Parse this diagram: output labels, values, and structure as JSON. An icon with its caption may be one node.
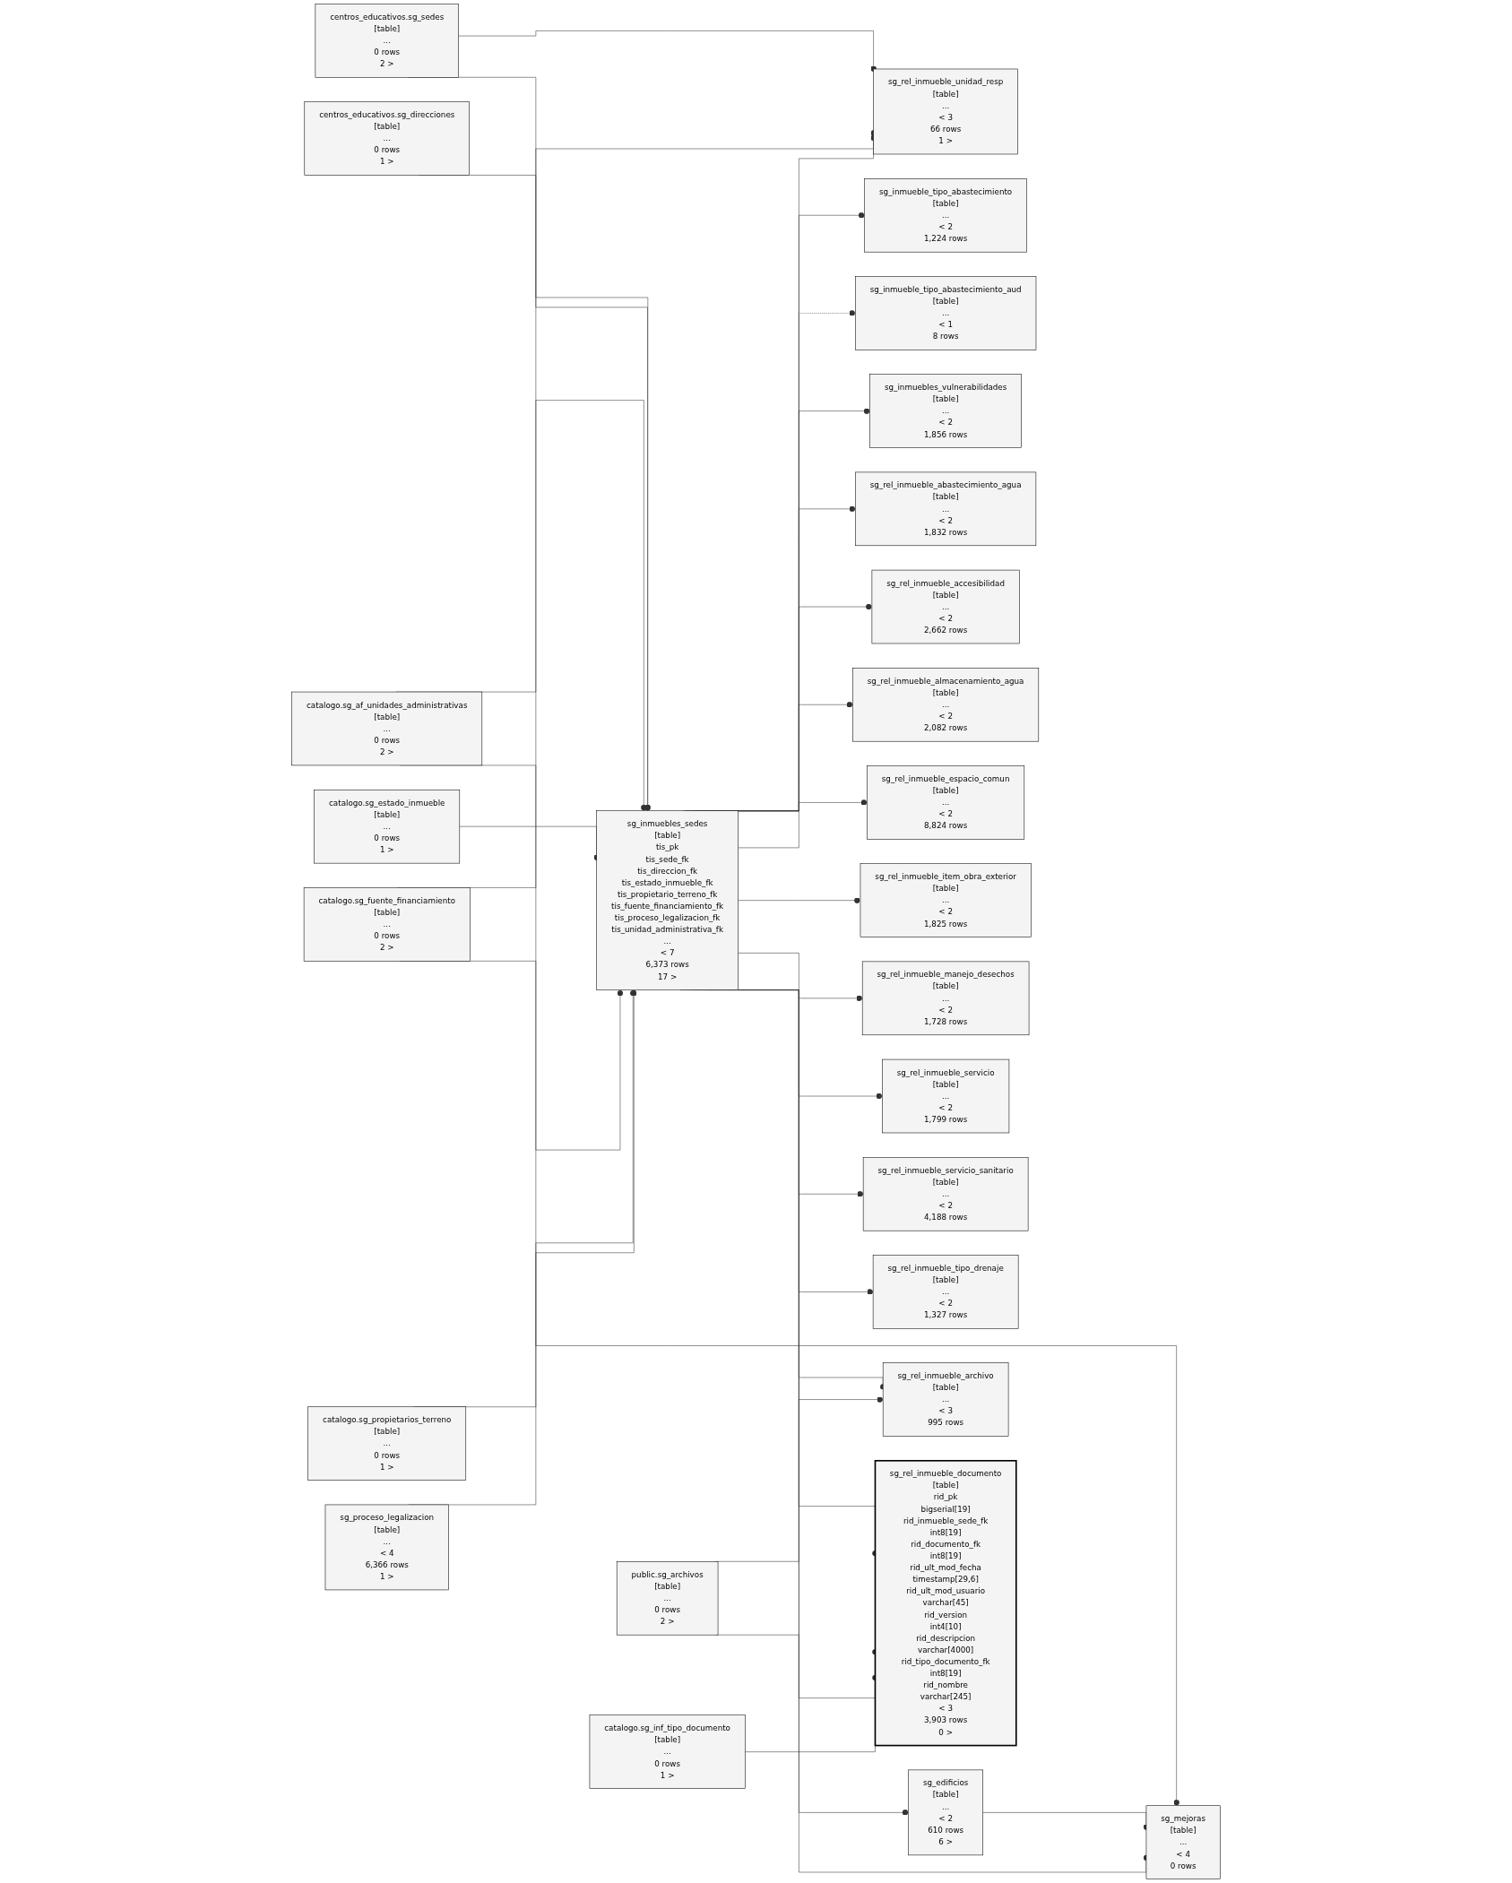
{
  "diagram": {
    "nodes": [
      {
        "text": [
          "centros_educativos.sg_sedes",
          "[table]",
          "...",
          "0 rows",
          "2 >"
        ]
      },
      {
        "text": [
          "centros_educativos.sg_direcciones",
          "[table]",
          "...",
          "0 rows",
          "1 >"
        ]
      },
      {
        "text": [
          "catalogo.sg_fuente_financiamiento",
          "[table]",
          "...",
          "0 rows",
          "2 >"
        ]
      },
      {
        "text": [
          "catalogo.sg_estado_inmueble",
          "[table]",
          "...",
          "0 rows",
          "1 >"
        ]
      },
      {
        "text": [
          "catalogo.sg_af_unidades_administrativas",
          "[table]",
          "...",
          "0 rows",
          "2 >"
        ]
      },
      {
        "text": [
          "catalogo.sg_propietarios_terreno",
          "[table]",
          "...",
          "0 rows",
          "1 >"
        ]
      },
      {
        "text": [
          "sg_proceso_legalizacion",
          "[table]",
          "...",
          "< 4",
          "6,366 rows",
          "1 >"
        ]
      },
      {
        "text": [
          "sg_inmuebles_sedes",
          "[table]",
          "tis_pk",
          "tis_sede_fk",
          "tis_direccion_fk",
          "tis_estado_inmueble_fk",
          "tis_propietario_terreno_fk",
          "tis_fuente_financiamiento_fk",
          "tis_proceso_legalizacion_fk",
          "tis_unidad_administrativa_fk",
          "...",
          "< 7",
          "6,373 rows",
          "17 >"
        ]
      },
      {
        "text": [
          "sg_rel_inmueble_unidad_resp",
          "[table]",
          "...",
          "< 3",
          "66 rows",
          "1 >"
        ]
      },
      {
        "text": [
          "sg_inmueble_tipo_abastecimiento",
          "[table]",
          "...",
          "< 2",
          "1,224 rows"
        ]
      },
      {
        "text": [
          "sg_inmueble_tipo_abastecimiento_aud",
          "[table]",
          "...",
          "< 1",
          "8 rows"
        ]
      },
      {
        "text": [
          "sg_inmuebles_vulnerabilidades",
          "[table]",
          "...",
          "< 2",
          "1,856 rows"
        ]
      },
      {
        "text": [
          "sg_rel_inmueble_abastecimiento_agua",
          "[table]",
          "...",
          "< 2",
          "1,832 rows"
        ]
      },
      {
        "text": [
          "sg_rel_inmueble_accesibilidad",
          "[table]",
          "...",
          "< 2",
          "2,662 rows"
        ]
      },
      {
        "text": [
          "sg_rel_inmueble_almacenamiento_agua",
          "[table]",
          "...",
          "< 2",
          "2,082 rows"
        ]
      },
      {
        "text": [
          "sg_rel_inmueble_espacio_comun",
          "[table]",
          "...",
          "< 2",
          "8,824 rows"
        ]
      },
      {
        "text": [
          "sg_rel_inmueble_item_obra_exterior",
          "[table]",
          "...",
          "< 2",
          "1,825 rows"
        ]
      },
      {
        "text": [
          "sg_rel_inmueble_manejo_desechos",
          "[table]",
          "...",
          "< 2",
          "1,728 rows"
        ]
      },
      {
        "text": [
          "sg_rel_inmueble_servicio",
          "[table]",
          "...",
          "< 2",
          "1,799 rows"
        ]
      },
      {
        "text": [
          "sg_rel_inmueble_servicio_sanitario",
          "[table]",
          "...",
          "< 2",
          "4,188 rows"
        ]
      },
      {
        "text": [
          "sg_rel_inmueble_tipo_drenaje",
          "[table]",
          "...",
          "< 2",
          "1,327 rows"
        ]
      },
      {
        "text": [
          "sg_edificios",
          "[table]",
          "...",
          "< 2",
          "610 rows",
          "6 >"
        ]
      },
      {
        "text": [
          "sg_mejoras",
          "[table]",
          "...",
          "< 4",
          "0 rows"
        ]
      },
      {
        "text": [
          "sg_rel_inmueble_archivo",
          "[table]",
          "...",
          "< 3",
          "995 rows"
        ]
      },
      {
        "text": [
          "public.sg_archivos",
          "[table]",
          "...",
          "0 rows",
          "2 >"
        ]
      },
      {
        "text": [
          "sg_rel_inmueble_documento",
          "[table]",
          "rid_pk",
          "bigserial[19]",
          "rid_inmueble_sede_fk",
          "int8[19]",
          "rid_documento_fk",
          "int8[19]",
          "rid_ult_mod_fecha",
          "timestamp[29,6]",
          "rid_ult_mod_usuario",
          "varchar[45]",
          "rid_version",
          "int4[10]",
          "rid_descripcion",
          "varchar[4000]",
          "rid_tipo_documento_fk",
          "int8[19]",
          "rid_nombre",
          "varchar[245]",
          "< 3",
          "3,903 rows",
          "0 >"
        ]
      },
      {
        "text": [
          "catalogo.sg_inf_tipo_documento",
          "[table]",
          "...",
          "0 rows",
          "1 >"
        ]
      }
    ],
    "edges": [
      {
        "from": 0,
        "to": 7,
        "arrow": "other"
      },
      {
        "from": 0,
        "to": 8,
        "arrow": "other"
      },
      {
        "from": 1,
        "to": 7,
        "arrow": "other"
      },
      {
        "from": 2,
        "to": 7,
        "arrow": "other"
      },
      {
        "from": 2,
        "to": 22,
        "arrow": "other"
      },
      {
        "from": 3,
        "to": 7,
        "arrow": "other"
      },
      {
        "from": 4,
        "to": 7,
        "arrow": "other"
      },
      {
        "from": 4,
        "to": 8,
        "arrow": "other"
      },
      {
        "from": 5,
        "to": 7,
        "arrow": "other"
      },
      {
        "from": 6,
        "to": 7,
        "arrow": "other"
      },
      {
        "from": 7,
        "to": 8,
        "arrow": "other"
      },
      {
        "from": 7,
        "to": 9,
        "arrow": "other"
      },
      {
        "from": 7,
        "to": 10,
        "arrow": "other",
        "style": "dashed"
      },
      {
        "from": 7,
        "to": 11,
        "arrow": "other"
      },
      {
        "from": 7,
        "to": 12,
        "arrow": "other"
      },
      {
        "from": 7,
        "to": 13,
        "arrow": "other"
      },
      {
        "from": 7,
        "to": 14,
        "arrow": "other"
      },
      {
        "from": 7,
        "to": 15,
        "arrow": "other"
      },
      {
        "from": 7,
        "to": 16,
        "arrow": "other"
      },
      {
        "from": 7,
        "to": 17,
        "arrow": "other"
      },
      {
        "from": 7,
        "to": 18,
        "arrow": "other"
      },
      {
        "from": 7,
        "to": 19,
        "arrow": "other"
      },
      {
        "from": 7,
        "to": 20,
        "arrow": "other"
      },
      {
        "from": 7,
        "to": 21,
        "arrow": "other"
      },
      {
        "from": 21,
        "to": 22,
        "arrow": "other"
      },
      {
        "from": 7,
        "to": 22,
        "arrow": "other"
      },
      {
        "from": 7,
        "to": 23,
        "arrow": "other"
      },
      {
        "from": 24,
        "to": 23,
        "arrow": "other"
      },
      {
        "from": 7,
        "to": 25,
        "arrow": "other"
      },
      {
        "from": 24,
        "to": 25,
        "arrow": "other"
      },
      {
        "from": 26,
        "to": 25,
        "arrow": "other"
      }
    ]
  }
}
